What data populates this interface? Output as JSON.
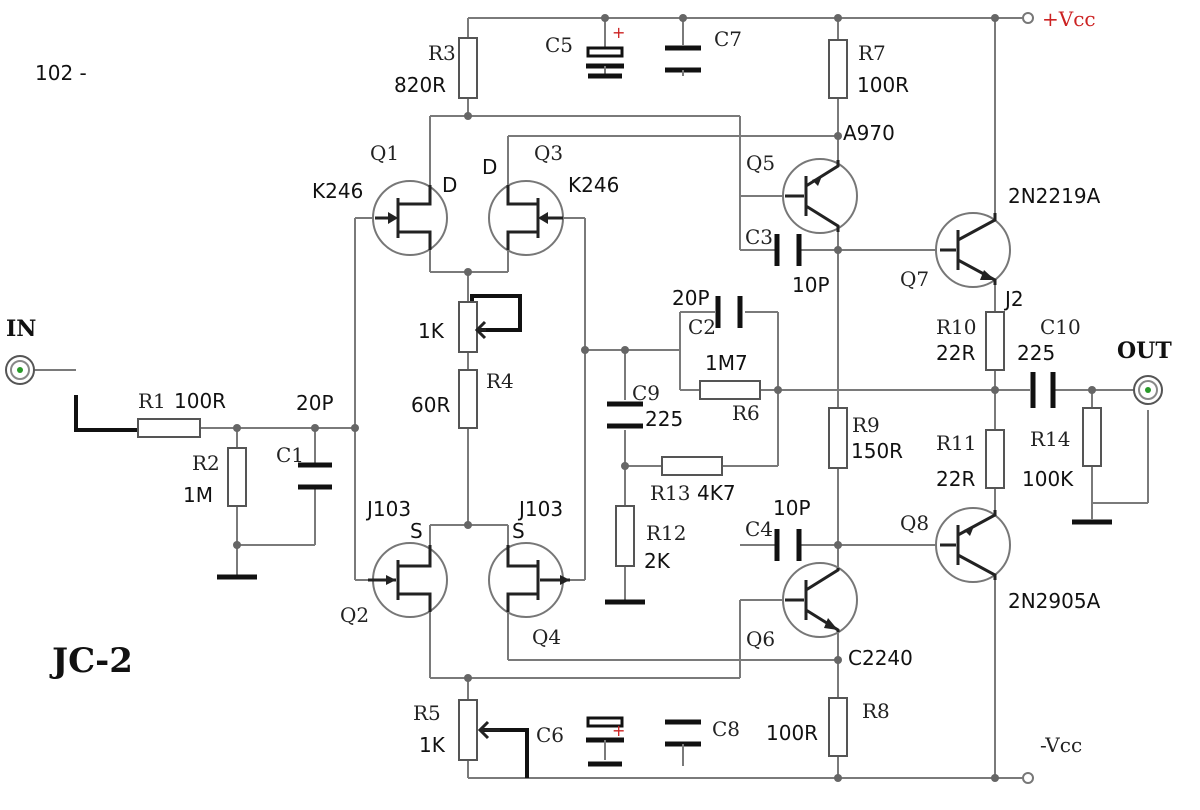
{
  "page": {
    "id": "102 -",
    "title": "JC-2"
  },
  "terminals": {
    "in": "IN",
    "out": "OUT",
    "vcc_pos": "+Vcc",
    "vcc_neg": "-Vcc"
  },
  "components": {
    "R1": {
      "ref": "R1",
      "value": "100R"
    },
    "R2": {
      "ref": "R2",
      "value": "1M"
    },
    "C1": {
      "ref": "C1",
      "value": "20P"
    },
    "R3": {
      "ref": "R3",
      "value": "820R"
    },
    "C5": {
      "ref": "C5"
    },
    "C7": {
      "ref": "C7"
    },
    "R7": {
      "ref": "R7",
      "value": "100R"
    },
    "Q1": {
      "ref": "Q1",
      "part": "K246",
      "pin": "D"
    },
    "Q3": {
      "ref": "Q3",
      "part": "K246",
      "pin": "D"
    },
    "Q2": {
      "ref": "Q2",
      "part": "J103",
      "pin": "S"
    },
    "Q4": {
      "ref": "Q4",
      "part": "J103",
      "pin": "S"
    },
    "Q5": {
      "ref": "Q5",
      "part": "A970"
    },
    "Q6": {
      "ref": "Q6",
      "part": "C2240"
    },
    "Q7": {
      "ref": "Q7",
      "part": "2N2219A"
    },
    "Q8": {
      "ref": "Q8",
      "part": "2N2905A"
    },
    "C3": {
      "ref": "C3",
      "value": "10P"
    },
    "C4": {
      "ref": "C4",
      "value": "10P"
    },
    "VR1": {
      "value": "1K"
    },
    "R4": {
      "ref": "R4",
      "value": "60R"
    },
    "R5": {
      "ref": "R5",
      "value": "1K"
    },
    "C6": {
      "ref": "C6"
    },
    "C8": {
      "ref": "C8"
    },
    "R8": {
      "ref": "R8",
      "value": "100R"
    },
    "C2": {
      "ref": "C2",
      "value": "20P"
    },
    "R6": {
      "ref": "R6",
      "value": "1M7"
    },
    "C9": {
      "ref": "C9",
      "value": "225"
    },
    "R13": {
      "ref": "R13",
      "value": "4K7"
    },
    "R12": {
      "ref": "R12",
      "value": "2K"
    },
    "R9": {
      "ref": "R9",
      "value": "150R"
    },
    "J2": {
      "ref": "J2"
    },
    "R10": {
      "ref": "R10",
      "value": "22R"
    },
    "R11": {
      "ref": "R11",
      "value": "22R"
    },
    "C10": {
      "ref": "C10",
      "value": "225"
    },
    "R14": {
      "ref": "R14",
      "value": "100K"
    }
  },
  "colors": {
    "wire": "#7a7a7a",
    "ink": "#111111",
    "rail_label": "#cc2222",
    "jack_center": "#2a9a2a"
  }
}
